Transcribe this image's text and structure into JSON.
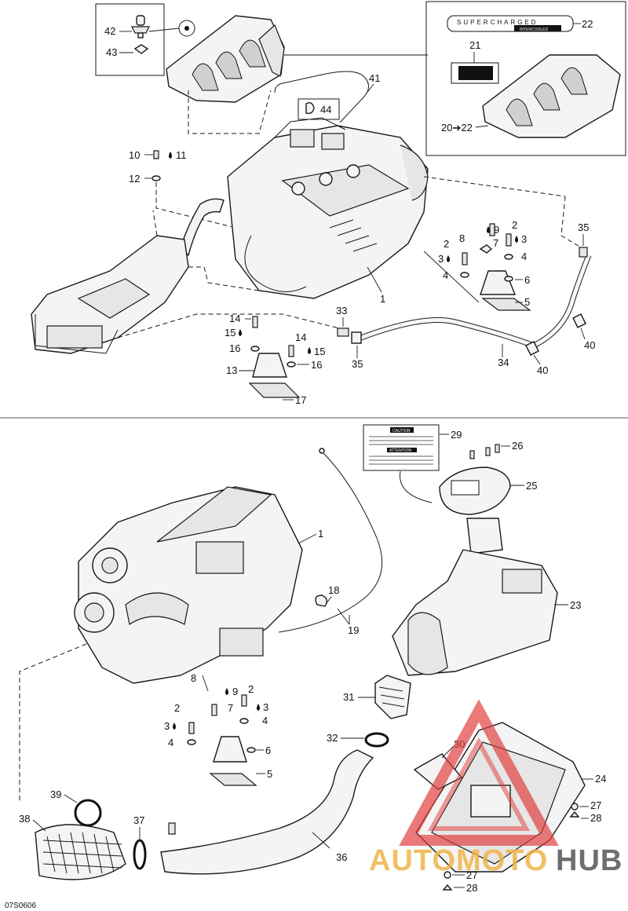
{
  "diagram_code": "07S0606",
  "decal_supercharged": "SUPERCHARGED",
  "decal_intercooled": "INTERCOOLED",
  "caution_title": "CAUTION",
  "attention_title": "ATTENTION",
  "watermark": {
    "part1": "AUTOMOTO",
    "part2": "HUB",
    "color1": "#f0b44a",
    "color2": "#555555",
    "triangle_color": "#e03c3c"
  },
  "top_labels": {
    "l42": "42",
    "l43": "43",
    "l44": "44",
    "l41": "41",
    "l22": "22",
    "l21": "21",
    "l20": "20➔22",
    "l10": "10",
    "l11": "11",
    "l12": "12",
    "l1": "1",
    "l35a": "35",
    "l2a": "2",
    "l9a": "9",
    "l8a": "8",
    "l3a": "3",
    "l7a": "7",
    "l2b": "2",
    "l3b": "3",
    "l4a": "4",
    "l4b": "4",
    "l6a": "6",
    "l5a": "5",
    "l33": "33",
    "l35b": "35",
    "l14a": "14",
    "l15a": "15",
    "l16a": "16",
    "l14b": "14",
    "l15b": "15",
    "l16b": "16",
    "l13": "13",
    "l17": "17",
    "l34": "34",
    "l40a": "40",
    "l40b": "40"
  },
  "bottom_labels": {
    "l29": "29",
    "l26": "26",
    "l25": "25",
    "l1b": "1",
    "l18": "18",
    "l19": "19",
    "l23": "23",
    "l31": "31",
    "l32": "32",
    "l30": "30",
    "l24": "24",
    "l27a": "27",
    "l28a": "28",
    "l27b": "27",
    "l28b": "28",
    "l8b": "8",
    "l9b": "9",
    "l2c": "2",
    "l2d": "2",
    "l7b": "7",
    "l3c": "3",
    "l3d": "3",
    "l4c": "4",
    "l4d": "4",
    "l6b": "6",
    "l5b": "5",
    "l39": "39",
    "l38": "38",
    "l37": "37",
    "l36": "36"
  }
}
